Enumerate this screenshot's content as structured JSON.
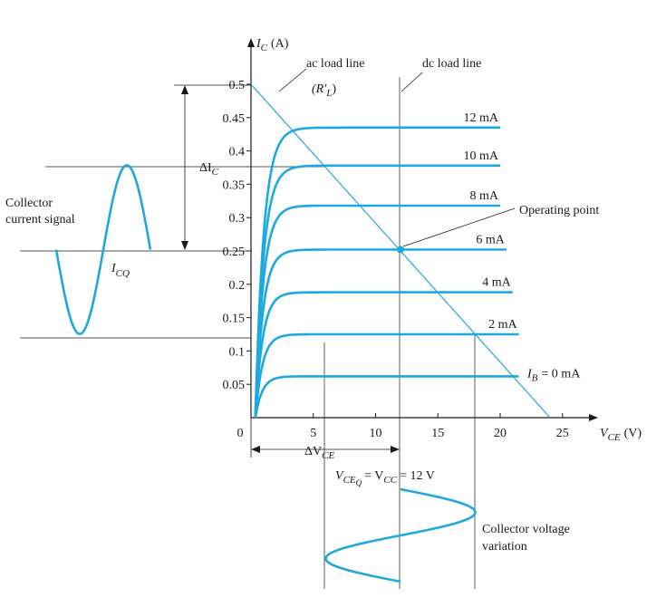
{
  "chart_data": {
    "type": "line",
    "xlabel": "V",
    "xlabel_sub": "CE",
    "xlabel_unit": "(V)",
    "ylabel": "I",
    "ylabel_sub": "C",
    "ylabel_unit": "(A)",
    "xlim": [
      0,
      26.5
    ],
    "ylim": [
      0,
      0.53
    ],
    "xticks": [
      "0",
      "5",
      "10",
      "15",
      "20",
      "25"
    ],
    "yticks": [
      "0.05",
      "0.1",
      "0.15",
      "0.2",
      "0.25",
      "0.3",
      "0.35",
      "0.4",
      "0.45",
      "0.5"
    ],
    "series": [
      {
        "name": "IB = 0 mA",
        "label": "= 0 mA",
        "saturation_current": 0.062,
        "x_end": 21.5
      },
      {
        "name": "2 mA",
        "label": "2 mA",
        "saturation_current": 0.125,
        "x_end": 21.5
      },
      {
        "name": "4 mA",
        "label": "4 mA",
        "saturation_current": 0.188,
        "x_end": 21.0
      },
      {
        "name": "6 mA",
        "label": "6 mA",
        "saturation_current": 0.252,
        "x_end": 20.5
      },
      {
        "name": "8 mA",
        "label": "8 mA",
        "saturation_current": 0.318,
        "x_end": 20.0
      },
      {
        "name": "10 mA",
        "label": "10 mA",
        "saturation_current": 0.378,
        "x_end": 20.0
      },
      {
        "name": "12 mA",
        "label": "12 mA",
        "saturation_current": 0.435,
        "x_end": 20.0
      }
    ],
    "ac_load_line": {
      "from": [
        0,
        0.5
      ],
      "to": [
        24,
        0
      ]
    },
    "dc_load_line_x": 12,
    "operating_point": [
      12,
      0.252
    ],
    "annotations": {
      "ac_load_line": "ac load line",
      "ac_load_line_r": "(R′",
      "ac_load_line_r_sub": "L",
      "ac_load_line_r_close": ")",
      "dc_load_line": "dc load line",
      "operating_point": "Operating point",
      "delta_ic": "ΔI",
      "delta_ic_sub": "C",
      "collector_current_1": "Collector",
      "collector_current_2": "current signal",
      "icq": "I",
      "icq_sub": "CQ",
      "delta_vce": "ΔV",
      "delta_vce_sub": "CE",
      "vceq_v": "V",
      "vceq_sub1": "CE",
      "vceq_sub2": "Q",
      "vceq_eq": "= V",
      "vceq_sub3": "CC",
      "vceq_val": "= 12 V",
      "collector_voltage_1": "Collector voltage",
      "collector_voltage_2": "variation",
      "ib_label": "I",
      "ib_sub": "B"
    }
  }
}
